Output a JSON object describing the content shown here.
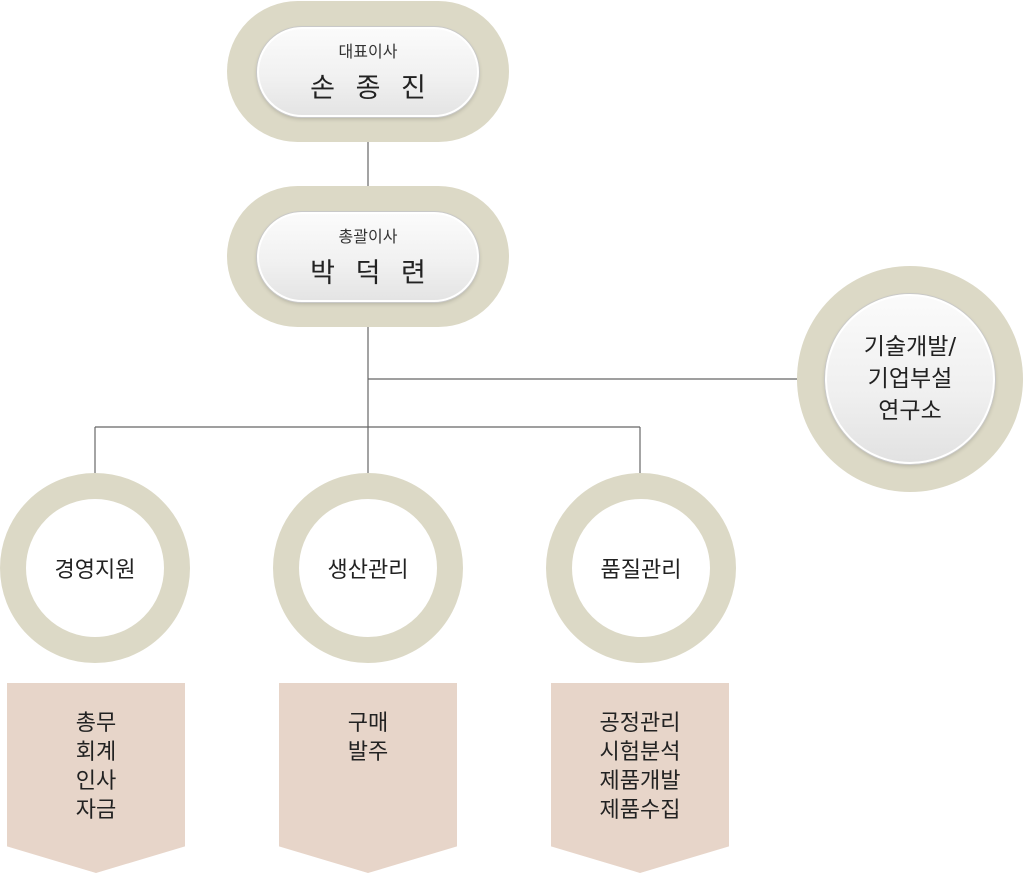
{
  "ceo": {
    "role": "대표이사",
    "name": "손 종 진"
  },
  "gm": {
    "role": "총괄이사",
    "name": "박 덕 련"
  },
  "lab": {
    "lines": [
      "기술개발/",
      "기업부설",
      "연구소"
    ]
  },
  "departments": [
    {
      "name": "경영지원",
      "tasks": [
        "총무",
        "회계",
        "인사",
        "자금"
      ]
    },
    {
      "name": "생산관리",
      "tasks": [
        "구매",
        "발주"
      ]
    },
    {
      "name": "품질관리",
      "tasks": [
        "공정관리",
        "시험분석",
        "제품개발",
        "제품수집"
      ]
    }
  ],
  "colors": {
    "ring": "#dcd9c6",
    "banner": "#e7d5c9",
    "connector": "#666666"
  }
}
